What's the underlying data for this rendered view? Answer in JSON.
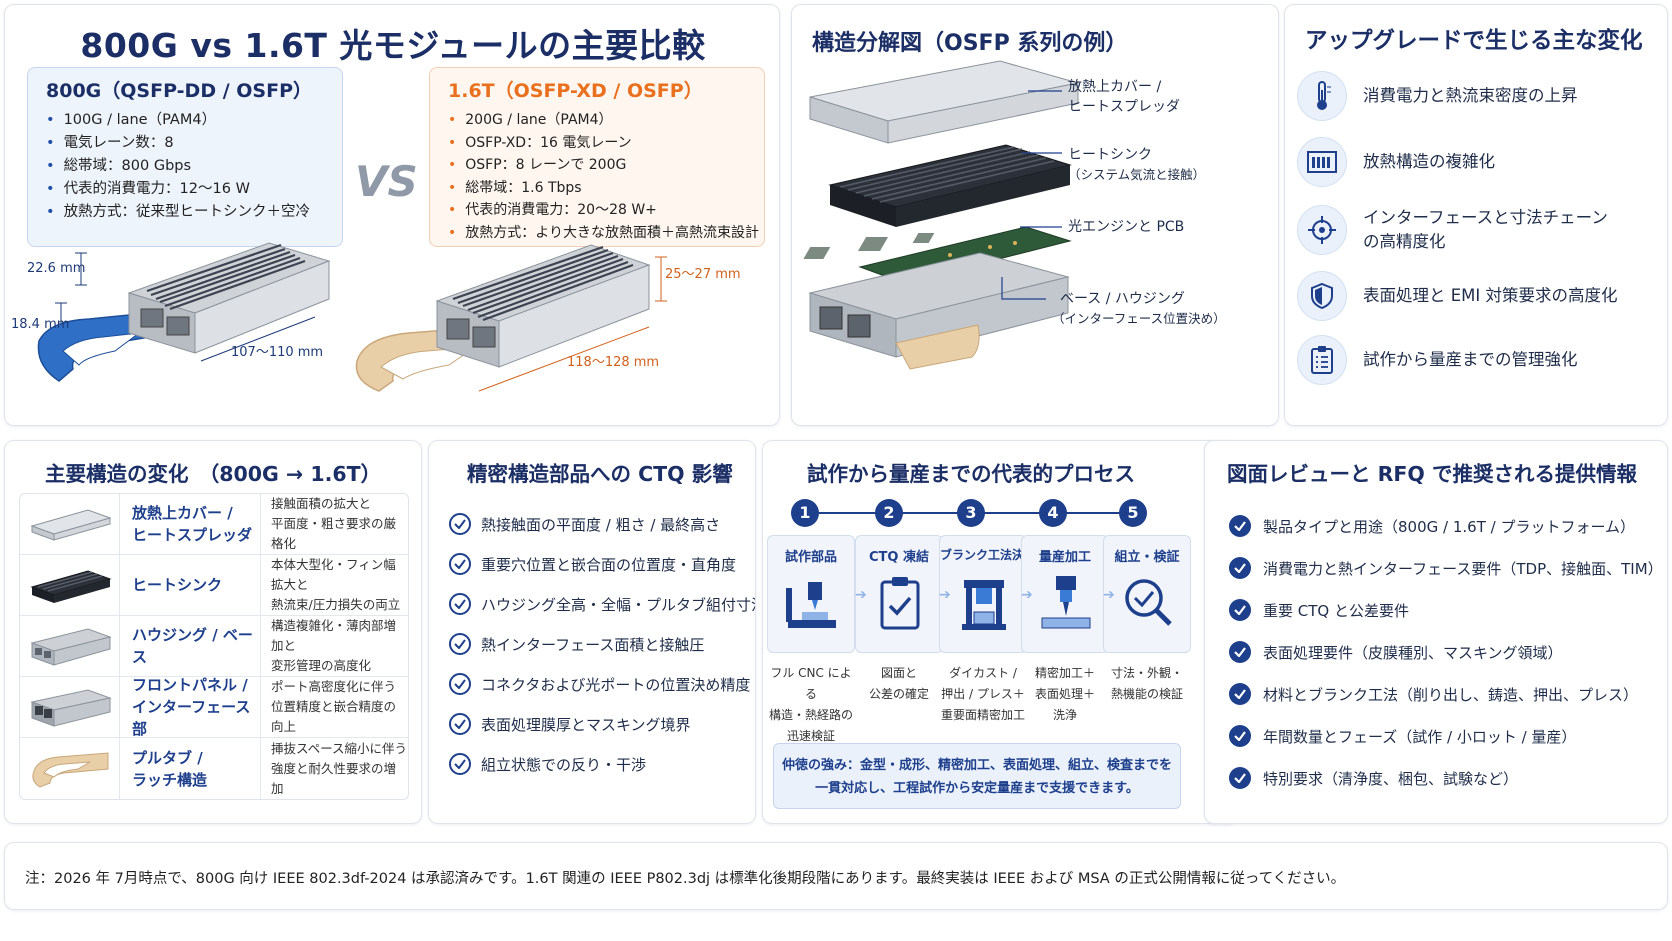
{
  "compare": {
    "title": "800G vs 1.6T 光モジュールの主要比較",
    "vs": "VS",
    "left": {
      "heading": "800G（QSFP-DD / OSFP）",
      "items": [
        "100G / lane（PAM4）",
        "電気レーン数：8",
        "総帯域：800 Gbps",
        "代表的消費電力：12～16 W",
        "放熱方式：従来型ヒートシンク＋空冷"
      ],
      "dims": {
        "height": "22.6 mm",
        "width": "18.4 mm",
        "length": "107～110 mm"
      },
      "accent": "#1f5fb8"
    },
    "right": {
      "heading": "1.6T（OSFP-XD / OSFP）",
      "items": [
        "200G / lane（PAM4）",
        "OSFP-XD：16 電気レーン",
        "OSFP：8 レーンで 200G",
        "総帯域：1.6 Tbps",
        "代表的消費電力：20～28 W+",
        "放熱方式：より大きな放熱面積＋高熱流束設計"
      ],
      "dims": {
        "height": "25～27 mm",
        "length": "118～128 mm"
      },
      "accent": "#e8701f"
    }
  },
  "exploded": {
    "title": "構造分解図（OSFP 系列の例）",
    "callouts": [
      {
        "label": "放熱上カバー /",
        "sub": "ヒートスプレッダ"
      },
      {
        "label": "ヒートシンク",
        "sub": "（システム気流と接触）"
      },
      {
        "label": "光エンジンと PCB",
        "sub": ""
      },
      {
        "label": "ベース / ハウジング",
        "sub": "（インターフェース位置決め）"
      }
    ]
  },
  "changes": {
    "title": "アップグレードで生じる主な変化",
    "items": [
      {
        "icon": "thermometer-icon",
        "text": "消費電力と熱流束密度の上昇"
      },
      {
        "icon": "heatsink-icon",
        "text": "放熱構造の複雑化"
      },
      {
        "icon": "crosshair-icon",
        "text": "インターフェースと寸法チェーン",
        "text2": "の高精度化"
      },
      {
        "icon": "shield-icon",
        "text": "表面処理と EMI 対策要求の高度化"
      },
      {
        "icon": "clipboard-icon",
        "text": "試作から量産までの管理強化"
      }
    ]
  },
  "structure": {
    "title": "主要構造の変化　（800G → 1.6T）",
    "rows": [
      {
        "name": "放熱上カバー /",
        "name2": "ヒートスプレッダ",
        "desc": "接触面積の拡大と",
        "desc2": "平面度・粗さ要求の厳格化"
      },
      {
        "name": "ヒートシンク",
        "name2": "",
        "desc": "本体大型化・フィン幅拡大と",
        "desc2": "熱流束/圧力損失の両立"
      },
      {
        "name": "ハウジング / ベース",
        "name2": "",
        "desc": "構造複雑化・薄肉部増加と",
        "desc2": "変形管理の高度化"
      },
      {
        "name": "フロントパネル /",
        "name2": "インターフェース部",
        "desc": "ポート高密度化に伴う",
        "desc2": "位置精度と嵌合精度の向上"
      },
      {
        "name": "プルタブ /",
        "name2": "ラッチ構造",
        "desc": "挿抜スペース縮小に伴う",
        "desc2": "強度と耐久性要求の増加"
      }
    ]
  },
  "ctq": {
    "title": "精密構造部品への CTQ 影響",
    "items": [
      "熱接触面の平面度 / 粗さ / 最終高さ",
      "重要穴位置と嵌合面の位置度・直角度",
      "ハウジング全高・全幅・プルタブ組付寸法",
      "熱インターフェース面積と接触圧",
      "コネクタおよび光ポートの位置決め精度",
      "表面処理膜厚とマスキング境界",
      "組立状態での反り・干渉"
    ]
  },
  "process": {
    "title": "試作から量産までの代表的プロセス",
    "steps": [
      {
        "num": "1",
        "label": "試作部品",
        "d1": "フル CNC による",
        "d2": "構造・熱経路の",
        "d3": "迅速検証"
      },
      {
        "num": "2",
        "label": "CTQ 凍結",
        "d1": "図面と",
        "d2": "公差の確定",
        "d3": ""
      },
      {
        "num": "3",
        "label": "ブランク工法決定",
        "d1": "ダイカスト /",
        "d2": "押出 / プレス＋",
        "d3": "重要面精密加工"
      },
      {
        "num": "4",
        "label": "量産加工",
        "d1": "精密加工＋",
        "d2": "表面処理＋",
        "d3": "洗浄"
      },
      {
        "num": "5",
        "label": "組立・検証",
        "d1": "寸法・外観・",
        "d2": "熱機能の検証",
        "d3": ""
      }
    ],
    "strength1": "仲徳の強み：金型・成形、精密加工、表面処理、組立、検査までを",
    "strength2": "一貫対応し、工程試作から安定量産まで支援できます。"
  },
  "rfq": {
    "title": "図面レビューと RFQ で推奨される提供情報",
    "items": [
      "製品タイプと用途（800G / 1.6T / プラットフォーム）",
      "消費電力と熱インターフェース要件（TDP、接触面、TIM）",
      "重要 CTQ と公差要件",
      "表面処理要件（皮膜種別、マスキング領域）",
      "材料とブランク工法（削り出し、鋳造、押出、プレス）",
      "年間数量とフェーズ（試作 / 小ロット / 量産）",
      "特別要求（清浄度、梱包、試験など）"
    ]
  },
  "note": "注：2026 年 7月時点で、800G 向け  IEEE 802.3df-2024 は承認済みです。1.6T 関連の IEEE P802.3dj は標準化後期段階にあります。最終実装は IEEE および MSA の正式公開情報に従ってください。",
  "colors": {
    "navy": "#1b2f66",
    "blue": "#1e3f8c",
    "orange": "#e8701f"
  }
}
